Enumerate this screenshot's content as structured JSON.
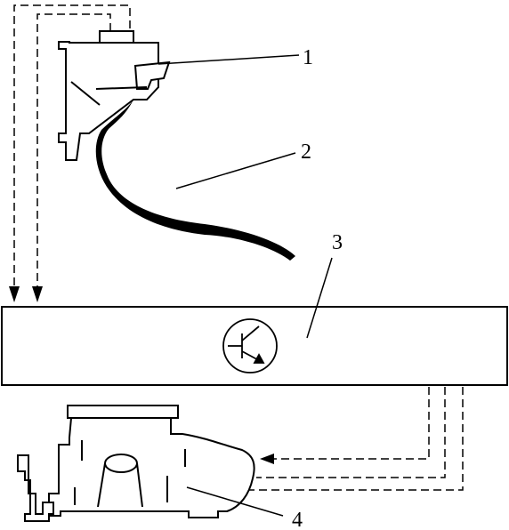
{
  "diagram": {
    "labels": {
      "pedal_sensor": "1",
      "accelerator_pedal": "2",
      "control_unit": "3",
      "throttle_body": "4"
    },
    "colors": {
      "line": "#000000",
      "fill_dark": "#000000",
      "background": "#ffffff"
    }
  }
}
